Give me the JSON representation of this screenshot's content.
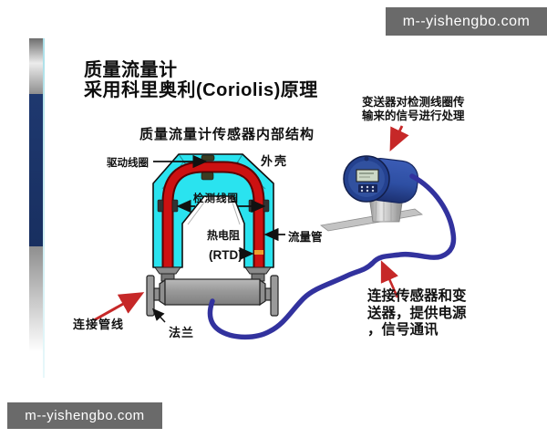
{
  "watermark": {
    "text": "m--yishengbo.com"
  },
  "title": {
    "line1": "质量流量计",
    "line2": "采用科里奥利(Coriolis)原理"
  },
  "diagram": {
    "subtitle": "质量流量计传感器内部结构",
    "labels": {
      "drive_coil": "驱动线圈",
      "housing": "外壳",
      "detect_coil": "检测线圈",
      "flow_tube": "流量管",
      "rtd": "热电阻",
      "rtd_abbr": "(RTD)",
      "pipeline": "连接管线",
      "flange": "法兰"
    }
  },
  "annotations": {
    "transmitter_note": {
      "line1": "变送器对检测线圈传",
      "line2": "输来的信号进行处理"
    },
    "cable_note": {
      "line1": "连接传感器和变",
      "line2": "送器，提供电源",
      "line3": "，信号通讯"
    }
  },
  "colors": {
    "housing_cyan": "#2AE3EF",
    "tube_red": "#CC1111",
    "tube_edge": "#5A0000",
    "rtd_orange": "#ED9F2B",
    "pipe_gray": "#9A9A9A",
    "cable_blue": "#32329E",
    "arrow_red": "#C62828",
    "transmitter_blue": "#2E4FA3",
    "sidebar_navy": "#1C3369",
    "watermark_bg": "#6A6A6A"
  }
}
